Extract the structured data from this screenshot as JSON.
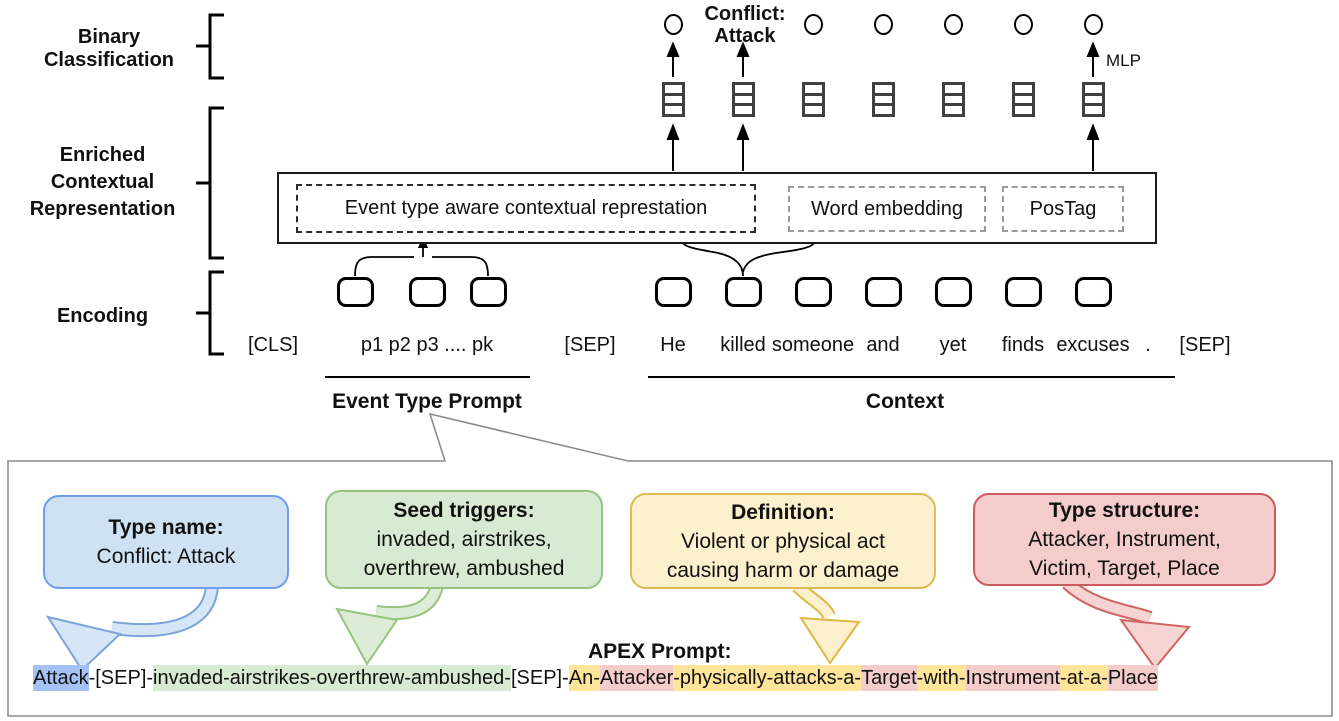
{
  "colors": {
    "hl_blue": "#a4c2f4",
    "hl_green": "#d9ead3",
    "hl_yellow": "#ffe599",
    "hl_pink": "#f4cccc",
    "line_gray": "#8c8c8c",
    "ink": "#000000"
  },
  "side_labels": {
    "binary": [
      "Binary",
      "Classification"
    ],
    "enriched": [
      "Enriched",
      "Contextual",
      "Representation"
    ],
    "encoding": [
      "Encoding"
    ]
  },
  "classification": {
    "predicted_label": [
      "Conflict:",
      "Attack"
    ],
    "mlp_label": "MLP",
    "output_symbol": "O",
    "num_outputs": 7,
    "labeled_position": 2
  },
  "representation": {
    "boxes": [
      "Event type aware contextual represtation",
      "Word embedding",
      "PosTag"
    ]
  },
  "encoding_row": {
    "tokens": [
      "[CLS]",
      "p1 p2 p3  .... pk",
      "[SEP]",
      "He",
      "killed",
      "someone",
      "and",
      "yet",
      "finds",
      "excuses",
      ".",
      "[SEP]"
    ],
    "prompt_group_label": "Event Type Prompt",
    "context_group_label": "Context"
  },
  "prompt_panel": {
    "cards": [
      {
        "title": "Type name:",
        "lines": [
          "Conflict: Attack"
        ],
        "fill": "#cfe2f3",
        "border": "#6d9eeb"
      },
      {
        "title": "Seed triggers:",
        "lines": [
          "invaded, airstrikes,",
          "overthrew, ambushed"
        ],
        "fill": "#d9ead3",
        "border": "#93c47d"
      },
      {
        "title": "Definition:",
        "lines": [
          "Violent or physical act",
          "causing harm or damage"
        ],
        "fill": "#fcf0cd",
        "border": "#e0ba52"
      },
      {
        "title": "Type structure:",
        "lines": [
          "Attacker, Instrument,",
          "Victim, Target, Place"
        ],
        "fill": "#f4cccc",
        "border": "#cd5b5b"
      }
    ],
    "apex_label": "APEX Prompt:",
    "apex_segments": [
      {
        "text": "Attack",
        "hl": "blue"
      },
      {
        "text": "-[SEP]-",
        "hl": "none"
      },
      {
        "text": "invaded-airstrikes-overthrew-ambushed-",
        "hl": "green"
      },
      {
        "text": "[SEP]-",
        "hl": "none"
      },
      {
        "text": "An-",
        "hl": "yellow"
      },
      {
        "text": "Attacker",
        "hl": "pink"
      },
      {
        "text": "-physically-attacks-a-",
        "hl": "yellow"
      },
      {
        "text": "Target",
        "hl": "pink"
      },
      {
        "text": "-with-",
        "hl": "yellow"
      },
      {
        "text": "Instrument",
        "hl": "pink"
      },
      {
        "text": "-at-a-",
        "hl": "yellow"
      },
      {
        "text": "Place",
        "hl": "pink"
      }
    ]
  }
}
